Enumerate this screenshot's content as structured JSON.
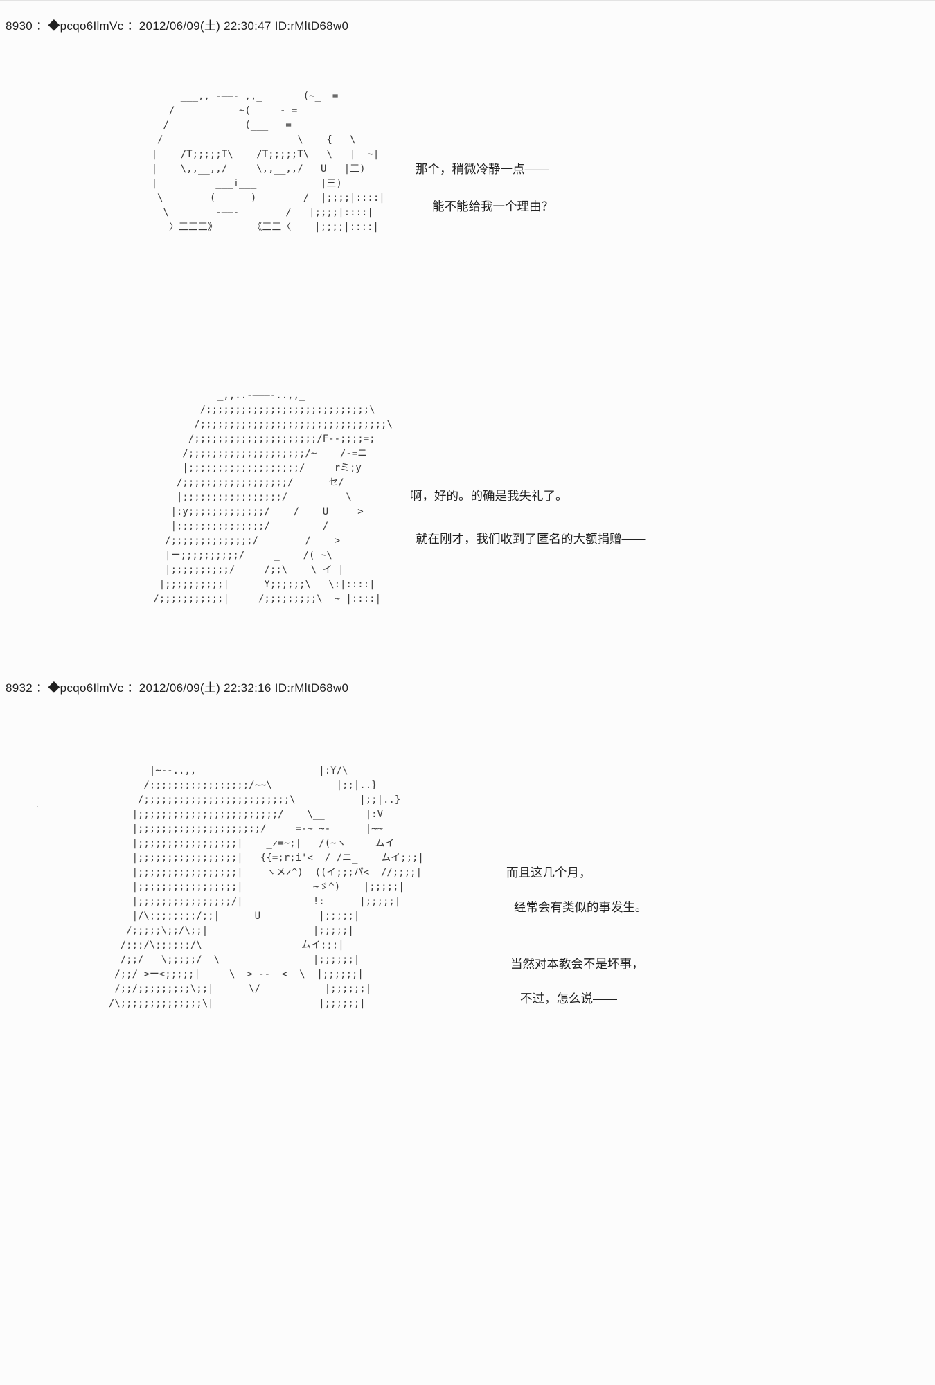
{
  "page": {
    "background": "#fcfcfc",
    "text_color": "#2e2e2e"
  },
  "stray_dot": ".",
  "posts": [
    {
      "number": "8930",
      "tripcode": "◆pcqo6IlmVc",
      "timestamp": "2012/06/09(土) 22:30:47",
      "id": "ID:rMltD68w0",
      "header": "8930 ：◆pcqo6IlmVc ：2012/06/09(土) 22:30:47 ID:rMltD68w0",
      "aa": [
        "           ___,, -――- ,,_       (~_  =\n         /           ~(___  - =\n        /             (___   =\n       /      _          _     \\    {   \\\n      |    /T;;;;;T\\    /T;;;;;T\\   \\   |  ~|\n      |    \\,,__,,/     \\,,__,,/   U   |三)\n      |          ___i___           |三)\n       \\        (      )        /  |;;;;|::::|\n        \\        -――-        /   |;;;;|::::|\n         〉三三三》      《三三〈    |;;;;|::::|",
        "              _,,..-―――-..,,_\n           /;;;;;;;;;;;;;;;;;;;;;;;;;;;;\\\n          /;;;;;;;;;;;;;;;;;;;;;;;;;;;;;;;;\\\n         /;;;;;;;;;;;;;;;;;;;;;/F--;;;;=;\n        /;;;;;;;;;;;;;;;;;;;;/~    /-=ニ\n        |;;;;;;;;;;;;;;;;;;;/     rミ;y\n       /;;;;;;;;;;;;;;;;;;/      セ/\n       |;;;;;;;;;;;;;;;;;/          \\\n      |:y;;;;;;;;;;;;;/    /    U     >\n      |;;;;;;;;;;;;;;;/         /\n     /;;;;;;;;;;;;;;/        /    >\n     |ー;;;;;;;;;;/     _    /( ~\\\n    _|;;;;;;;;;;/     /;;\\    \\ イ |\n    |;;;;;;;;;;|      Y;;;;;;\\   \\:|::::|\n   /;;;;;;;;;;;|     /;;;;;;;;;\\  ~ |::::|"
      ],
      "dialogues": [
        [
          "那个，稍微冷静一点——",
          "能不能给我一个理由？"
        ],
        [
          "啊，好的。的确是我失礼了。",
          "就在刚才，我们收到了匿名的大额捐赠——"
        ]
      ]
    },
    {
      "number": "8932",
      "tripcode": "◆pcqo6IlmVc",
      "timestamp": "2012/06/09(土) 22:32:16",
      "id": "ID:rMltD68w0",
      "header": "8932 ：◆pcqo6IlmVc ：2012/06/09(土) 22:32:16 ID:rMltD68w0",
      "aa": [
        "         |~--..,,__      __           |:Y/\\\n        /;;;;;;;;;;;;;;;;;/~~\\           |;;|..}\n       /;;;;;;;;;;;;;;;;;;;;;;;;;\\__         |;;|..}\n      |;;;;;;;;;;;;;;;;;;;;;;;;/    \\__       |:V\n      |;;;;;;;;;;;;;;;;;;;;;/    _=-~ ~-      |~~\n      |;;;;;;;;;;;;;;;;;|    _z=~;|   /(~ヽ     ムイ\n      |;;;;;;;;;;;;;;;;;|   {{=;r;i'<  / /ニ_    ムイ;;;|\n      |;;;;;;;;;;;;;;;;;|    ヽメz^)  ((イ;;;パ<  //;;;;|\n      |;;;;;;;;;;;;;;;;;|            ~ゞ^)    |;;;;;|\n      |;;;;;;;;;;;;;;;;/|            !:      |;;;;;|\n      |/\\;;;;;;;;/;;|      U          |;;;;;|\n     /;;;;;\\;;/\\;;|                  |;;;;;|\n    /;;;/\\;;;;;;/\\                 ムイ;;;|\n    /;;/   \\;;;;;/  \\      __        |;;;;;;|\n   /;;/ >ー<;;;;;|     \\  > --  <  \\  |;;;;;;|\n   /;;/;;;;;;;;;\\;;|      \\/           |;;;;;;|\n  /\\;;;;;;;;;;;;;;\\|                  |;;;;;;|"
      ],
      "dialogues": [
        [
          "而且这几个月，",
          "经常会有类似的事发生。"
        ],
        [
          "当然对本教会不是坏事，",
          "不过，怎么说——"
        ]
      ]
    }
  ]
}
